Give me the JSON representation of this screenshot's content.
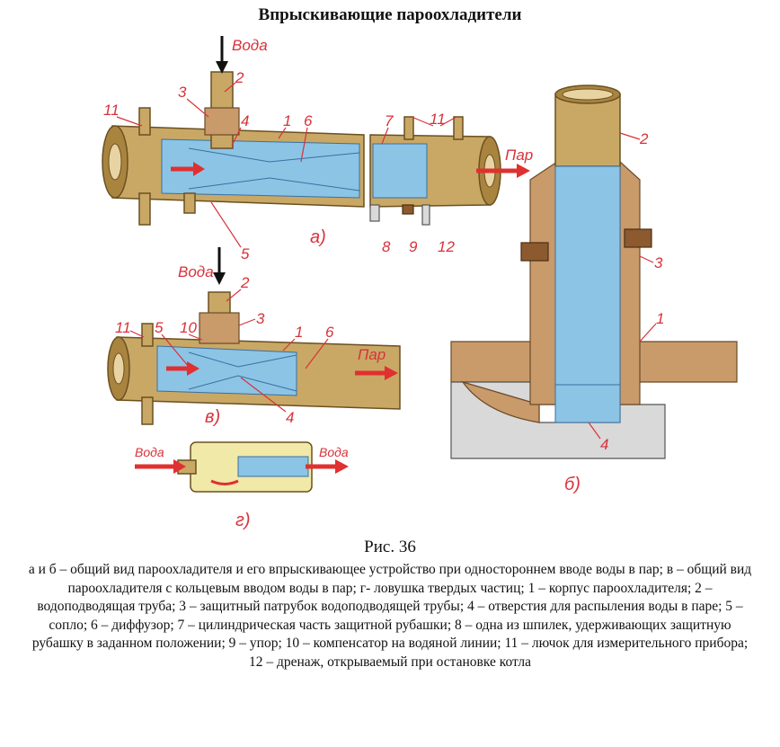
{
  "title": "Впрыскивающие пароохладители",
  "figure_labels": {
    "voda": "Вода",
    "par": "Пар",
    "a": "а)",
    "b": "б)",
    "v": "в)",
    "g": "г)",
    "n1": "1",
    "n2": "2",
    "n3": "3",
    "n4": "4",
    "n5": "5",
    "n6": "6",
    "n7": "7",
    "n8": "8",
    "n9": "9",
    "n10": "10",
    "n11": "11",
    "n12": "12"
  },
  "fig_number": "Рис. 36",
  "caption": "а и б – общий вид пароохладителя и его впрыскивающее устройство при одностороннем вводе воды в пар; в – общий вид пароохладителя с кольцевым вводом воды в пар; г- ловушка твердых частиц; 1 – корпус пароохладителя; 2 – водоподводящая труба; 3 – защитный патрубок водоподводящей трубы; 4 – отверстия для распыления воды в паре; 5 – сопло; 6 – диффузор; 7 – цилиндрическая часть защитной рубашки; 8 – одна из шпилек, удерживающих защитную рубашку в заданном положении; 9 – упор; 10 – компенсатор на водяной линии; 11 – лючок для измерительного прибора; 12 – дренаж, открываемый при остановке котла"
}
